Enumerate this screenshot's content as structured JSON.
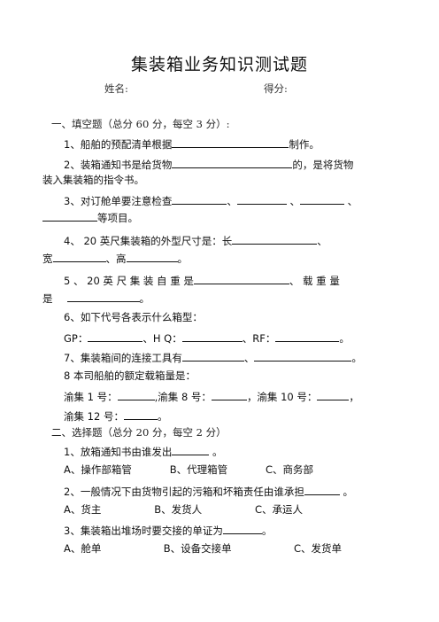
{
  "doc": {
    "title": "集装箱业务知识测试题",
    "name_label": "姓名:",
    "score_label": "得分:"
  },
  "section1": {
    "heading": "一、填空题（总分 60 分，每空 3 分）:",
    "q1_a": "1、船舶的预配清单根据",
    "q1_b": "制作。",
    "q2_a": "2、装箱通知书是给货物",
    "q2_b": "的，是将货物",
    "q2_c": "装入集装箱的指令书。",
    "q3_a": "3、对订舱单要注意检查",
    "sep": "、",
    "q3_b": "等项目。",
    "q4_a": "4、 20  英尺集装箱的外型尺寸是：长",
    "q4_b": "宽",
    "q4_c": "、高",
    "q4_end": "。",
    "q5_a": "5 、  20   英 尺 集 装 自 重 是",
    "q5_b": "、 载 重 量",
    "q5_c": "是",
    "q5_end": "。",
    "q6_a": "6、如下代号各表示什么箱型：",
    "q6_gp": "GP：",
    "q6_hq": "、H Q：",
    "q6_rf": "、RF：",
    "q6_end": "。",
    "q7_a": "7、集装箱间的连接工具有",
    "q7_end": "。",
    "q8_a": "8 本司船舶的额定载箱量是：",
    "q8_b1": "渝集 1 号：",
    "q8_b2": ",渝集 8 号：",
    "q8_b3": "，渝集 10 号：",
    "q8_b4": "，",
    "q8_c1": "渝集 12 号：",
    "q8_c_end": "。"
  },
  "section2": {
    "heading": "二、选择题（总分 20 分，每空 2 分）",
    "q1": "1、放箱通知书由谁发出",
    "q1_end": " 。",
    "q1_opts": [
      "A、操作部箱管",
      "B、代理箱管",
      "C、商务部"
    ],
    "q2": "2、一般情况下由货物引起的污箱和坏箱责任由谁承担",
    "q2_end": " 。",
    "q2_opts": [
      "A、货主",
      "B、发货人",
      "C、承运人"
    ],
    "q3": "3、集装箱出堆场时要交接的单证为",
    "q3_end": "。",
    "q3_opts": [
      "A、舱单",
      "B、设备交接单",
      "C、发货单"
    ]
  }
}
